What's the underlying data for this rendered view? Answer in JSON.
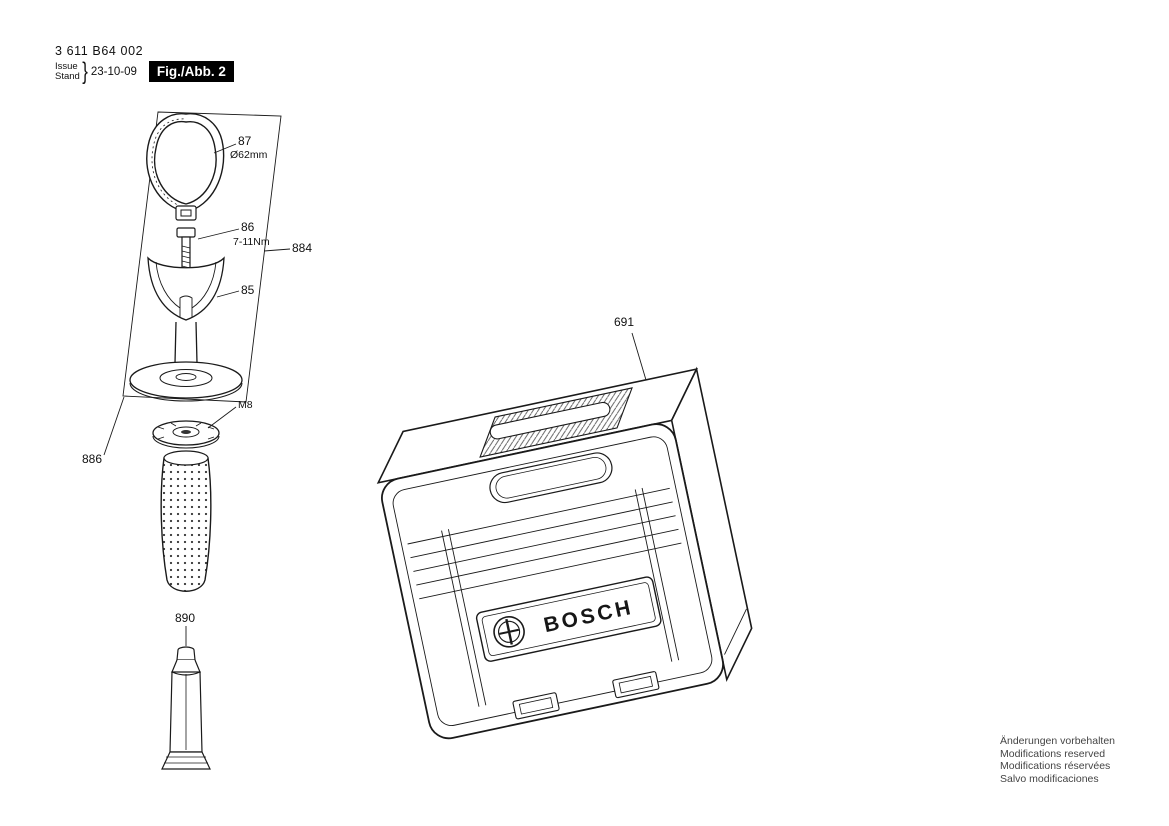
{
  "header": {
    "part_number": "3 611 B64 002",
    "issue_label": "Issue",
    "stand_label": "Stand",
    "brace": "}",
    "issue_date": "23-10-09",
    "figure_label": "Fig./Abb. 2"
  },
  "callouts": {
    "strap": "87",
    "strap_dim": "Ø62mm",
    "screw": "86",
    "screw_torque": "7-11Nm",
    "clamp": "85",
    "nut": "M8",
    "group_right": "884",
    "group_left": "886",
    "grease_tube": "890",
    "case": "691"
  },
  "case": {
    "brand": "BOSCH"
  },
  "footer": {
    "lines": [
      "Änderungen vorbehalten",
      "Modifications reserved",
      "Modifications réservées",
      "Salvo modificaciones"
    ]
  }
}
